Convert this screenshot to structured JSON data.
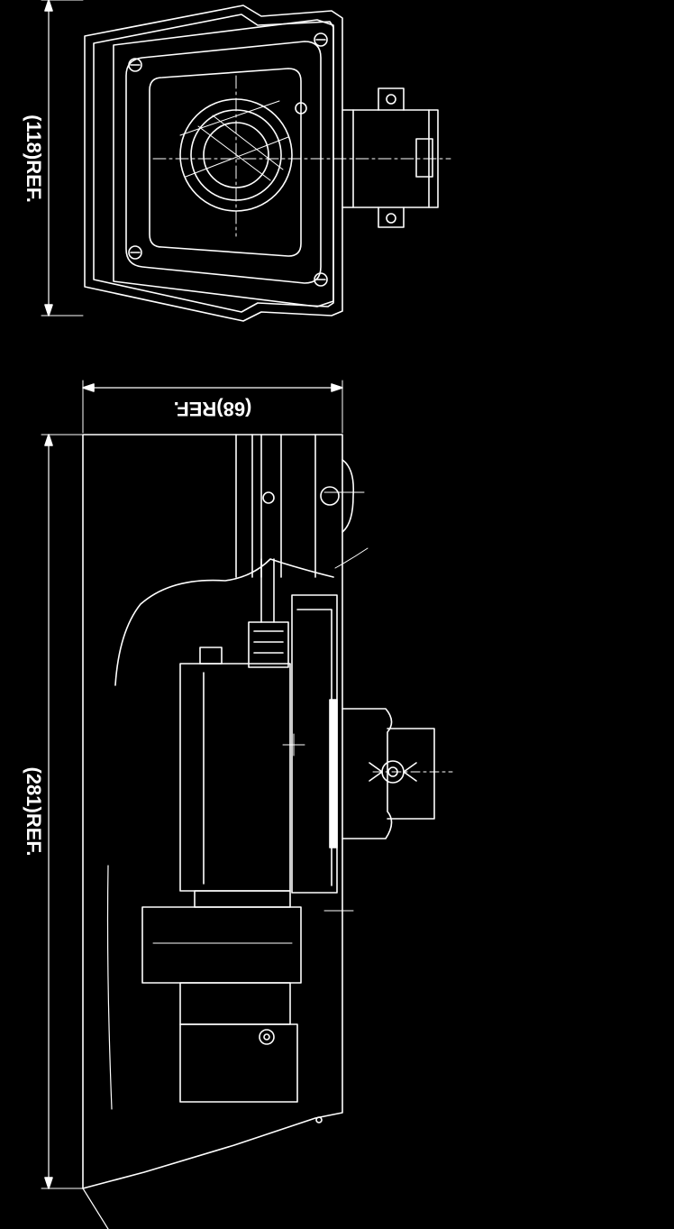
{
  "dimensions": {
    "height_ref": "(118)REF.",
    "width_ref": "(68)REF.",
    "length_ref": "(281)REF."
  },
  "colors": {
    "background": "#000000",
    "line": "#ffffff"
  }
}
